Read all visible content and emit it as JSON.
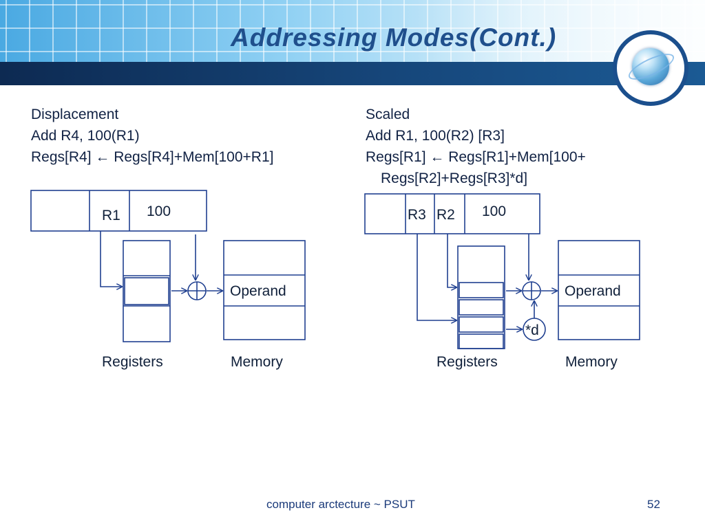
{
  "slide": {
    "title": "Addressing Modes(Cont.)",
    "footer_text": "computer arctecture ~ PSUT",
    "page_number": "52"
  },
  "displacement": {
    "heading": "Displacement",
    "instruction": "Add R4, 100(R1)",
    "semantics": "Regs[R4] ← Regs[R4]+Mem[100+R1]",
    "field_register": "R1",
    "field_offset": "100",
    "operand_label": "Operand",
    "registers_label": "Registers",
    "memory_label": "Memory"
  },
  "scaled": {
    "heading": "Scaled",
    "instruction": "Add R1, 100(R2) [R3]",
    "semantics_line1": "Regs[R1] ← Regs[R1]+Mem[100+",
    "semantics_line2": "Regs[R2]+Regs[R3]*d]",
    "field_index": "R3",
    "field_base": "R2",
    "field_offset": "100",
    "scale_label": "*d",
    "operand_label": "Operand",
    "registers_label": "Registers",
    "memory_label": "Memory"
  },
  "colors": {
    "diagram_stroke": "#1f3f8f",
    "title": "#1f4f8c",
    "band": "#16467a"
  }
}
